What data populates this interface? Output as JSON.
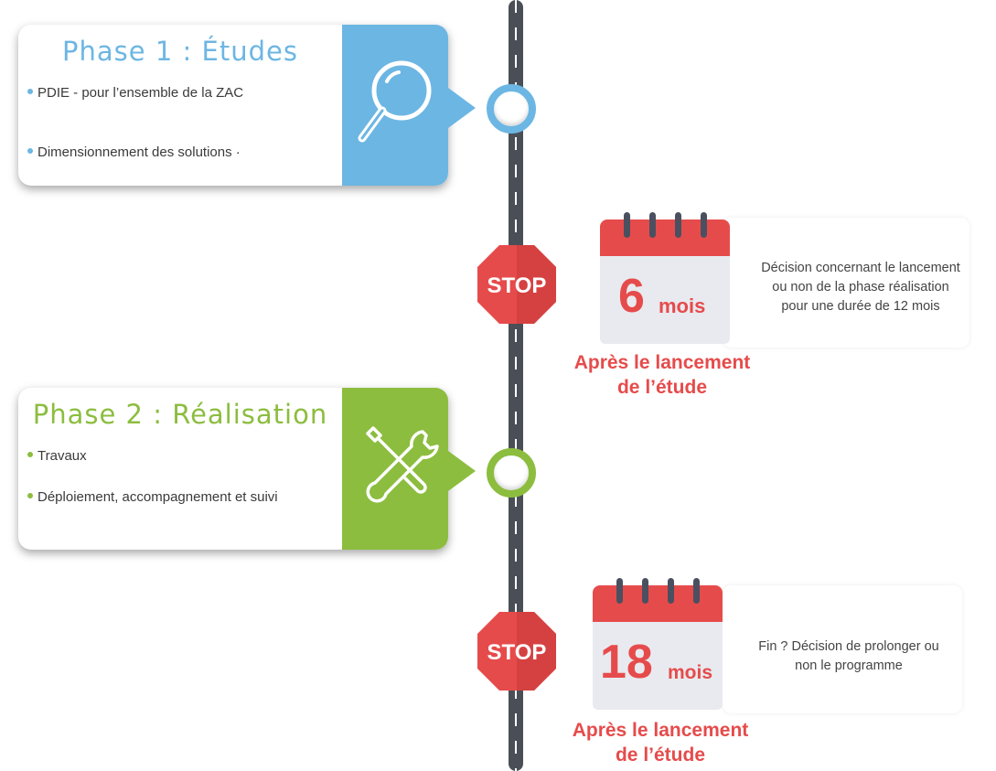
{
  "colors": {
    "phase1": "#6cb6e3",
    "phase2": "#8cbd3f",
    "stop": "#e64b4b",
    "road": "#4a4f57"
  },
  "phase1": {
    "title": "Phase 1 : Études",
    "icon": "magnifier-icon",
    "bullets": [
      "PDIE -  pour l’ensemble de la ZAC",
      "Dimensionnement des solutions ·"
    ]
  },
  "phase2": {
    "title": "Phase 2 : Réalisation",
    "icon": "tools-icon",
    "bullets": [
      "Travaux",
      "Déploiement, accompagnement et suivi"
    ]
  },
  "milestone1": {
    "stop_text": "STOP",
    "number": "6",
    "unit": "mois",
    "description": [
      "Décision concernant le lancement",
      "ou non de la phase réalisation",
      "pour une durée de 12 mois"
    ],
    "after": [
      "Après le lancement",
      "de l’étude"
    ]
  },
  "milestone2": {
    "stop_text": "STOP",
    "number": "18",
    "unit": "mois",
    "description": [
      "Fin ? Décision de prolonger ou",
      "non le programme"
    ],
    "after": [
      "Après le lancement",
      "de l’étude"
    ]
  }
}
